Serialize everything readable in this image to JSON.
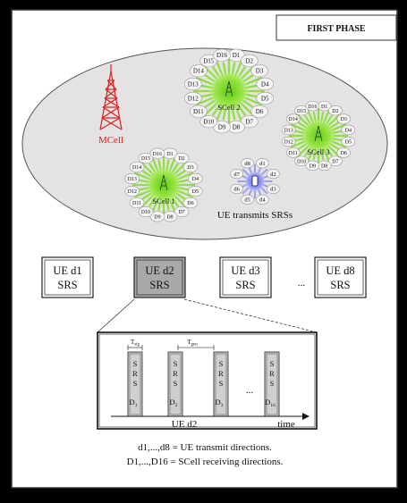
{
  "phase_label": "FIRST PHASE",
  "mcell_label": "MCell",
  "ue_transmits_label": "UE transmits SRSs",
  "scells": [
    {
      "name": "SCell 2",
      "dirs": [
        "D1",
        "D2",
        "D3",
        "D4",
        "D5",
        "D6",
        "D7",
        "D8",
        "D9",
        "D10",
        "D11",
        "D12",
        "D13",
        "D14",
        "D15",
        "D16"
      ]
    },
    {
      "name": "SCell 3",
      "dirs": [
        "D1",
        "D2",
        "D3",
        "D4",
        "D5",
        "D6",
        "D7",
        "D8",
        "D9",
        "D10",
        "D11",
        "D12",
        "D13",
        "D14",
        "D15",
        "D16"
      ]
    },
    {
      "name": "SCell 1",
      "dirs": [
        "D1",
        "D2",
        "D3",
        "D4",
        "D5",
        "D6",
        "D7",
        "D8",
        "D9",
        "D10",
        "D11",
        "D12",
        "D13",
        "D14",
        "D15",
        "D16"
      ]
    }
  ],
  "ue_dirs": [
    "d1",
    "d2",
    "d3",
    "d4",
    "d5",
    "d6",
    "d7",
    "d8"
  ],
  "ue_boxes": [
    {
      "line1": "UE d1",
      "line2": "SRS",
      "highlighted": false
    },
    {
      "line1": "UE d2",
      "line2": "SRS",
      "highlighted": true
    },
    {
      "line1": "UE d3",
      "line2": "SRS",
      "highlighted": false
    },
    {
      "line1": "UE d8",
      "line2": "SRS",
      "highlighted": false
    }
  ],
  "boxes_ellipsis": "...",
  "timeline": {
    "t_sig": "T",
    "t_sig_sub": "sig",
    "t_gen": "T",
    "t_gen_sub": "gen",
    "slots": [
      {
        "letters": [
          "S",
          "R",
          "S"
        ],
        "d": "D",
        "sub": "1"
      },
      {
        "letters": [
          "S",
          "R",
          "S"
        ],
        "d": "D",
        "sub": "2"
      },
      {
        "letters": [
          "S",
          "R",
          "S"
        ],
        "d": "D",
        "sub": "3"
      },
      {
        "letters": [
          "S",
          "R",
          "S"
        ],
        "d": "D",
        "sub": "16"
      }
    ],
    "ellipsis": "...",
    "ue_label": "UE d2",
    "time_label": "time"
  },
  "caption_line1": "d1,...,d8 = UE transmit directions.",
  "caption_line2": "D1,...,D16 = SCell receiving directions.",
  "colors": {
    "beam_green": "#7fe020",
    "beam_blue": "#8a8cf0",
    "mcell_red": "#e02020",
    "ellipse_fill": "#e4e2e2",
    "highlight_box": "#a9a9a9"
  }
}
